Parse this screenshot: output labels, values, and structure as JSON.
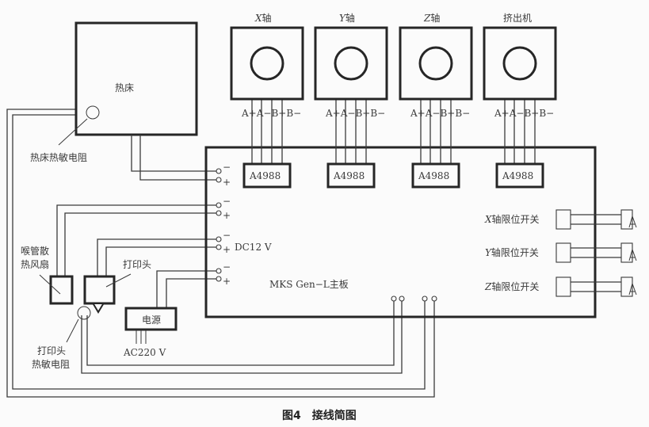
{
  "figure": {
    "caption": "图4　接线简图"
  },
  "heatbed": {
    "label": "热床",
    "thermistor_label": "热床热敏电阻"
  },
  "motors": [
    {
      "axis": "X",
      "suffix": "轴",
      "driver": "A4988",
      "pins": "A+A−B+B−"
    },
    {
      "axis": "Y",
      "suffix": "轴",
      "driver": "A4988",
      "pins": "A+A−B+B−"
    },
    {
      "axis": "Z",
      "suffix": "轴",
      "driver": "A4988",
      "pins": "A+A−B+B−"
    },
    {
      "axis": "",
      "suffix": "挤出机",
      "driver": "A4988",
      "pins": "A+A−B+B−"
    }
  ],
  "board": {
    "label": "MKS Gen−L主板",
    "dc_label": "DC12 V",
    "terminal_minus": "−",
    "terminal_plus": "+"
  },
  "fan": {
    "label_line1": "喉管散",
    "label_line2": "热风扇"
  },
  "printhead": {
    "label": "打印头",
    "thermistor_line1": "打印头",
    "thermistor_line2": "热敏电阻"
  },
  "power": {
    "label": "电源",
    "input": "AC220 V"
  },
  "limit_switches": [
    {
      "axis": "X",
      "label": "轴限位开关"
    },
    {
      "axis": "Y",
      "label": "轴限位开关"
    },
    {
      "axis": "Z",
      "label": "轴限位开关"
    }
  ]
}
